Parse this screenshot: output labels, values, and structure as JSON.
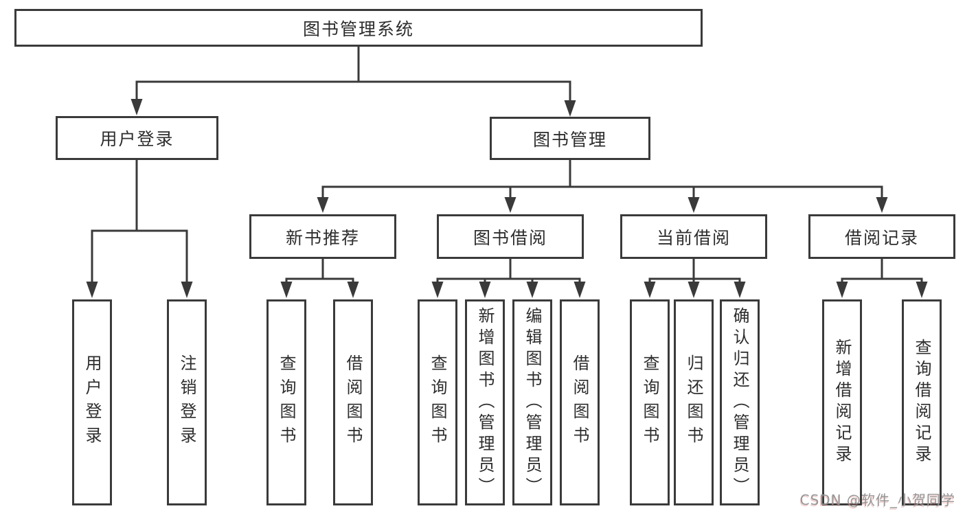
{
  "tree": {
    "root": {
      "label": "图书管理系统"
    },
    "user_login": {
      "label": "用户登录",
      "children": [
        {
          "label": "用户登录"
        },
        {
          "label": "注销登录"
        }
      ]
    },
    "book_management": {
      "label": "图书管理",
      "modules": [
        {
          "label": "新书推荐",
          "children": [
            {
              "label": "查询图书"
            },
            {
              "label": "借阅图书"
            }
          ]
        },
        {
          "label": "图书借阅",
          "children": [
            {
              "label": "查询图书"
            },
            {
              "label": "新增图书（管理员）"
            },
            {
              "label": "编辑图书（管理员）"
            },
            {
              "label": "借阅图书"
            }
          ]
        },
        {
          "label": "当前借阅",
          "children": [
            {
              "label": "查询图书"
            },
            {
              "label": "归还图书"
            },
            {
              "label": "确认归还（管理员）"
            }
          ]
        },
        {
          "label": "借阅记录",
          "children": [
            {
              "label": "新增借阅记录"
            },
            {
              "label": "查询借阅记录"
            }
          ]
        }
      ]
    }
  },
  "watermark": "CSDN @软件_小贺同学",
  "colors": {
    "line": "#3a3a3a",
    "box_border": "#3a3a3a",
    "text": "#2d2d2d",
    "watermark": "#969696",
    "background": "#ffffff"
  }
}
